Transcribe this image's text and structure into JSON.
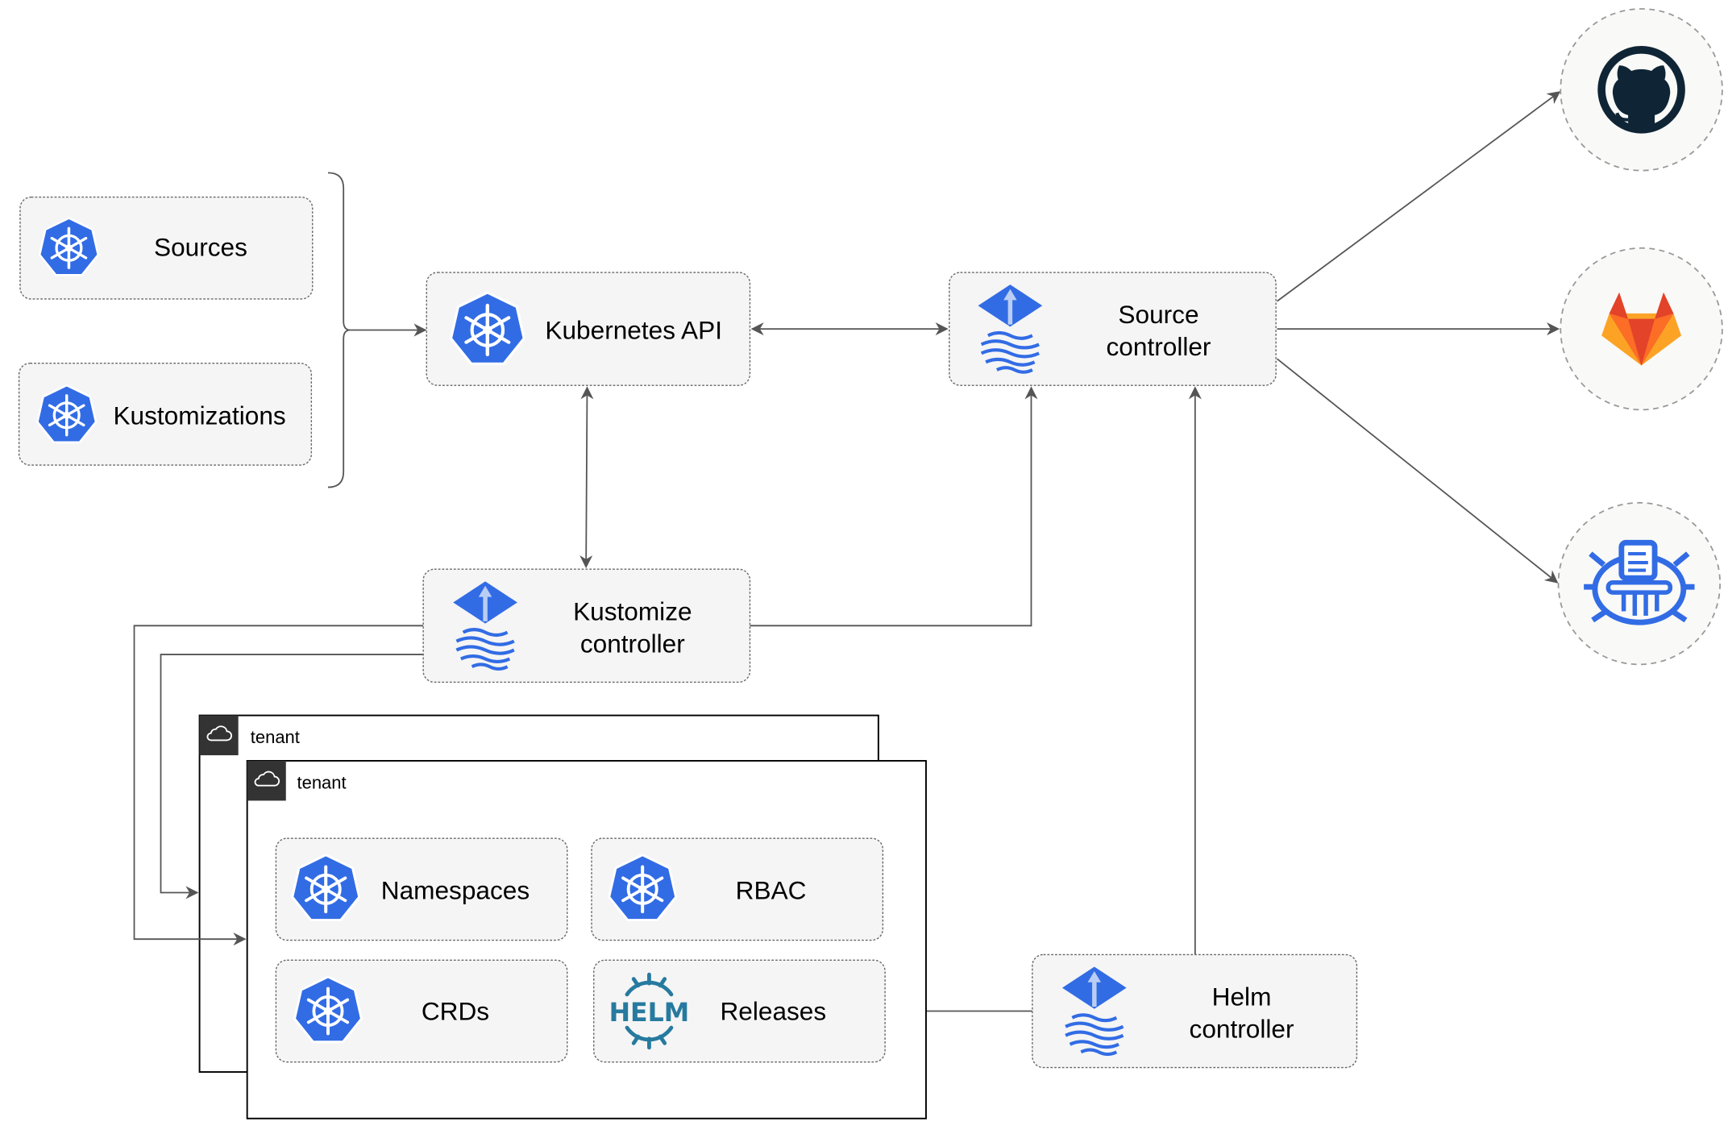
{
  "nodes": {
    "sources": {
      "label": "Sources",
      "icon": "kubernetes-icon"
    },
    "kustomizations": {
      "label": "Kustomizations",
      "icon": "kubernetes-icon"
    },
    "kubernetes_api": {
      "label": "Kubernetes API",
      "icon": "kubernetes-icon"
    },
    "source_controller": {
      "line1": "Source",
      "line2": "controller",
      "icon": "flux-icon"
    },
    "kustomize_controller": {
      "line1": "Kustomize",
      "line2": "controller",
      "icon": "flux-icon"
    },
    "helm_controller": {
      "line1": "Helm",
      "line2": "controller",
      "icon": "flux-icon"
    },
    "namespaces": {
      "label": "Namespaces",
      "icon": "kubernetes-icon"
    },
    "rbac": {
      "label": "RBAC",
      "icon": "kubernetes-icon"
    },
    "crds": {
      "label": "CRDs",
      "icon": "kubernetes-icon"
    },
    "releases": {
      "label": "Releases",
      "icon": "helm-icon",
      "logo_text": "HELM"
    }
  },
  "tenants": [
    {
      "label": "tenant",
      "icon": "cloud-icon"
    },
    {
      "label": "tenant",
      "icon": "cloud-icon"
    }
  ],
  "external_sources": [
    {
      "icon": "github-icon"
    },
    {
      "icon": "gitlab-icon"
    },
    {
      "icon": "helm-repository-icon"
    }
  ],
  "colors": {
    "kubernetes_blue": "#326ce5",
    "helm_teal": "#277a9f",
    "github_dark": "#0f2536",
    "gitlab_orange": "#e24329",
    "gitlab_light": "#fca326",
    "box_fill": "#f5f5f5",
    "connector": "#555555"
  }
}
